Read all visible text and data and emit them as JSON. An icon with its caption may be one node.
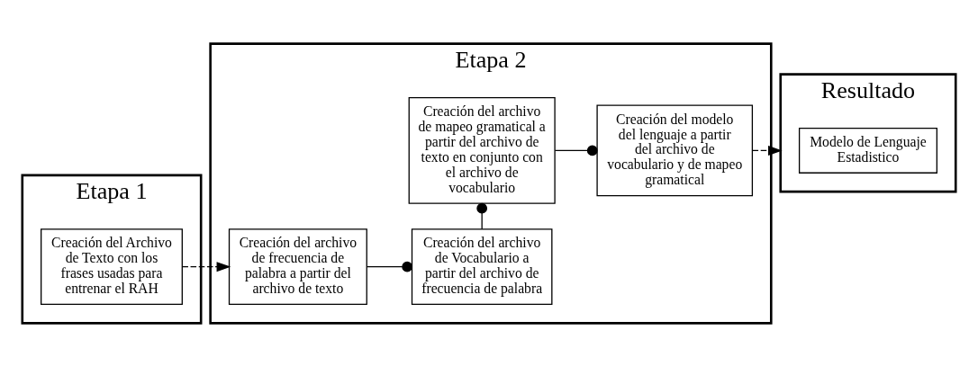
{
  "diagram": {
    "nodes": [
      {
        "text": [
          "Etapa 1"
        ]
      },
      {
        "text": [
          "Creación del Archivo de Texto con los frases usadas para entrenar el RAH"
        ],
        "in": 0
      },
      {
        "text": [
          "Etapa 2"
        ]
      },
      {
        "text": [
          "Creación del archivo de frecuencia de palabra a partir del archivo de texto"
        ],
        "in": 2
      },
      {
        "text": [
          "Creación del archivo de Vocabulario a partir del archivo de frecuencia de palabra"
        ],
        "in": 2
      },
      {
        "text": [
          "Creación del archivo de mapeo gramatical a partir del archivo de texto en conjunto con el archivo de vocabulario"
        ],
        "in": 2
      },
      {
        "text": [
          "Creación del modelo del lenguaje a partir del archivo de vocabulario y de mapeo gramatical"
        ],
        "in": 2
      },
      {
        "text": [
          "Resultado"
        ]
      },
      {
        "text": [
          "Modelo de Lenguaje Estadistico"
        ],
        "in": 7
      }
    ],
    "edges": [
      {
        "from": 1,
        "to": 3,
        "arrow": "to",
        "style": "dashed"
      },
      {
        "from": 3,
        "to": 4,
        "arrow": "other"
      },
      {
        "from": 4,
        "to": 5,
        "arrow": "other"
      },
      {
        "from": 5,
        "to": 6,
        "arrow": "other"
      },
      {
        "from": 6,
        "to": 7,
        "arrow": "to",
        "style": "dashed"
      }
    ]
  }
}
